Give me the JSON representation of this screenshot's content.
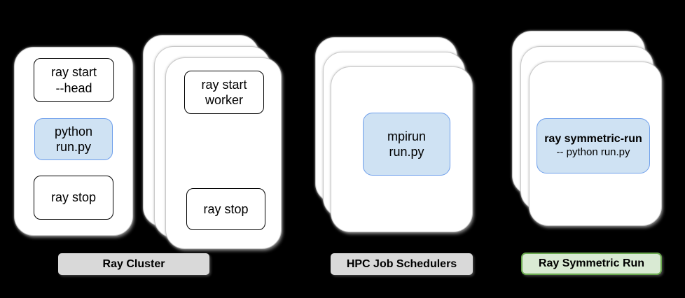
{
  "groups": [
    {
      "id": "head-node",
      "card_count": 1,
      "commands": [
        {
          "line1": "ray start",
          "line2": "--head",
          "highlight": false
        },
        {
          "line1": "python",
          "line2": "run.py",
          "highlight": true
        },
        {
          "line1": "ray stop",
          "line2": "",
          "highlight": false
        }
      ]
    },
    {
      "id": "worker-nodes",
      "card_count": 3,
      "commands": [
        {
          "line1": "ray start",
          "line2": "worker",
          "highlight": false
        },
        {
          "line1": "ray stop",
          "line2": "",
          "highlight": false
        }
      ]
    },
    {
      "id": "hpc-job-schedulers",
      "card_count": 3,
      "commands": [
        {
          "line1": "mpirun",
          "line2": "run.py",
          "highlight": true
        }
      ]
    },
    {
      "id": "ray-symmetric-run",
      "card_count": 3,
      "commands": [
        {
          "line1": "ray symmetric-run",
          "line2": "-- python run.py",
          "highlight": true,
          "line1_bold": true
        }
      ]
    }
  ],
  "labels": {
    "ray_cluster": "Ray Cluster",
    "hpc_job_schedulers": "HPC Job Schedulers",
    "ray_symmetric_run": "Ray Symmetric Run"
  },
  "colors": {
    "background": "#000000",
    "card_fill": "#ffffff",
    "card_outline": "#c9c9c9",
    "command_border": "#000000",
    "highlight_fill": "#cfe2f3",
    "highlight_border": "#6d9eeb",
    "label_gray_fill": "#d9d9d9",
    "label_green_fill": "#d9ead3",
    "label_green_border": "#6aa84f",
    "text": "#000000"
  }
}
